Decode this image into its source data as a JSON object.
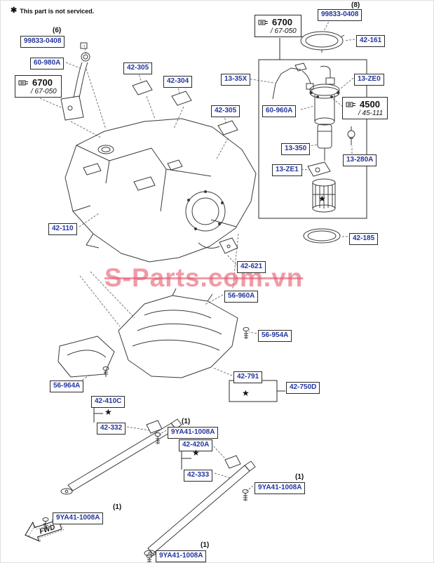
{
  "note": {
    "symbol": "✱",
    "text": "This part is not serviced."
  },
  "watermark": "S-Parts.com.vn",
  "fwd_label": "FWD",
  "symbols": {
    "star": "★"
  },
  "connector_boxes": [
    {
      "code": "6700",
      "sub": "/ 67-050"
    },
    {
      "code": "6700",
      "sub": "/ 67-050"
    },
    {
      "code": "4500",
      "sub": "/ 45-111"
    }
  ],
  "labels": [
    {
      "text": "99833-0408",
      "qty": "(6)"
    },
    {
      "text": "60-980A"
    },
    {
      "text": "42-305"
    },
    {
      "text": "42-304"
    },
    {
      "text": "42-305"
    },
    {
      "text": "13-35X"
    },
    {
      "text": "99833-0408",
      "qty": "(8)"
    },
    {
      "text": "42-161"
    },
    {
      "text": "13-ZE0"
    },
    {
      "text": "60-960A"
    },
    {
      "text": "13-350"
    },
    {
      "text": "13-280A"
    },
    {
      "text": "13-ZE1"
    },
    {
      "text": "42-110"
    },
    {
      "text": "42-185"
    },
    {
      "text": "42-621"
    },
    {
      "text": "56-960A"
    },
    {
      "text": "56-954A"
    },
    {
      "text": "56-964A"
    },
    {
      "text": "42-791"
    },
    {
      "text": "42-750D"
    },
    {
      "text": "42-410C"
    },
    {
      "text": "42-332"
    },
    {
      "text": "9YA41-1008A",
      "qty": "(1)"
    },
    {
      "text": "42-420A"
    },
    {
      "text": "42-333"
    },
    {
      "text": "9YA41-1008A",
      "qty": "(1)"
    },
    {
      "text": "9YA41-1008A",
      "qty": "(1)"
    },
    {
      "text": "9YA41-1008A",
      "qty": "(1)"
    }
  ]
}
